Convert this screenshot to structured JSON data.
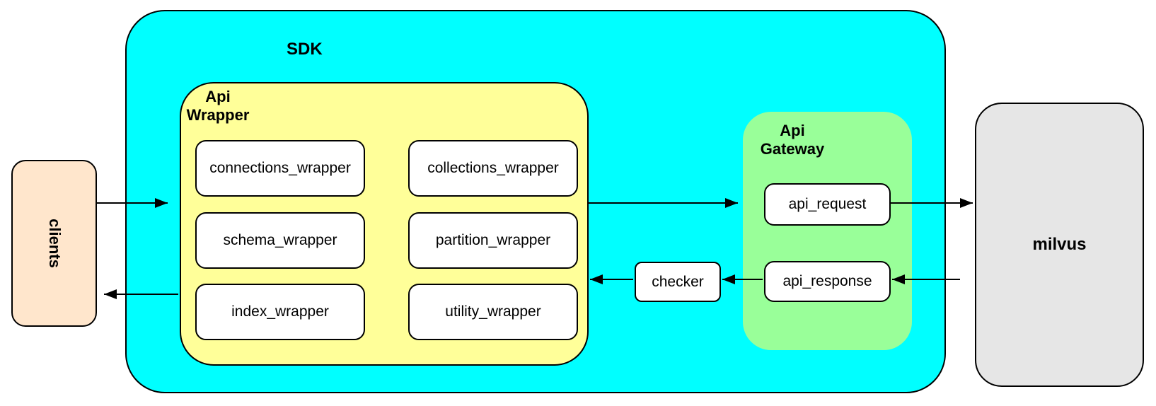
{
  "colors": {
    "sdk_fill": "#00ffff",
    "api_wrapper_fill": "#ffff99",
    "api_gateway_fill": "#99ff99",
    "clients_fill": "#ffe6cc",
    "milvus_fill": "#e6e6e6",
    "node_fill": "#ffffff",
    "line": "#000000"
  },
  "nodes": {
    "clients": {
      "label": "clients"
    },
    "sdk": {
      "label": "SDK"
    },
    "api_wrapper": {
      "label_line1": "Api",
      "label_line2": "Wrapper"
    },
    "modules": [
      {
        "label": "connections_wrapper"
      },
      {
        "label": "collections_wrapper"
      },
      {
        "label": "schema_wrapper"
      },
      {
        "label": "partition_wrapper"
      },
      {
        "label": "index_wrapper"
      },
      {
        "label": "utility_wrapper"
      }
    ],
    "checker": {
      "label": "checker"
    },
    "api_gateway": {
      "label_line1": "Api",
      "label_line2": "Gateway"
    },
    "gateway_boxes": [
      {
        "label": "api_request"
      },
      {
        "label": "api_response"
      }
    ],
    "milvus": {
      "label": "milvus"
    }
  },
  "connections": [
    {
      "from": "clients",
      "to": "api_wrapper"
    },
    {
      "from": "api_wrapper",
      "to": "api_gateway"
    },
    {
      "from": "api_request",
      "to": "milvus"
    },
    {
      "from": "milvus",
      "to": "api_response"
    },
    {
      "from": "api_response",
      "to": "checker"
    },
    {
      "from": "checker",
      "to": "api_wrapper"
    },
    {
      "from": "api_wrapper",
      "to": "clients"
    }
  ]
}
